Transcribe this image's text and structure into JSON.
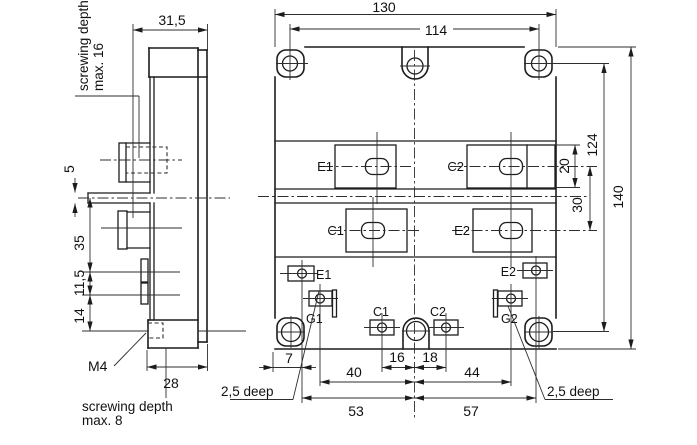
{
  "side_view": {
    "dim_width": "31,5",
    "dim_tab": "5",
    "dim_35": "35",
    "dim_11_5": "11,5",
    "dim_14": "14",
    "dim_base": "28",
    "label_m4": "M4",
    "note_top_l1": "screwing depth",
    "note_top_l2": "max. 16",
    "note_bottom_l1": "screwing depth",
    "note_bottom_l2": "max. 8"
  },
  "front_view": {
    "dim_width": "130",
    "dim_hole_span": "114",
    "dim_height": "140",
    "dim_hole_height": "124",
    "dim_terminal": "20",
    "dim_rows": "30",
    "dim_7": "7",
    "dim_16": "16",
    "dim_18": "18",
    "dim_40": "40",
    "dim_44": "44",
    "dim_53": "53",
    "dim_57": "57",
    "note_depth_left": "2,5 deep",
    "note_depth_right": "2,5 deep",
    "main_terminals": [
      {
        "label": "E1"
      },
      {
        "label": "C2"
      },
      {
        "label": "C1"
      },
      {
        "label": "E2"
      }
    ],
    "aux_terminals": [
      {
        "label": "E1"
      },
      {
        "label": "G1"
      },
      {
        "label": "C1"
      },
      {
        "label": "C2"
      },
      {
        "label": "E2"
      },
      {
        "label": "G2"
      }
    ]
  }
}
